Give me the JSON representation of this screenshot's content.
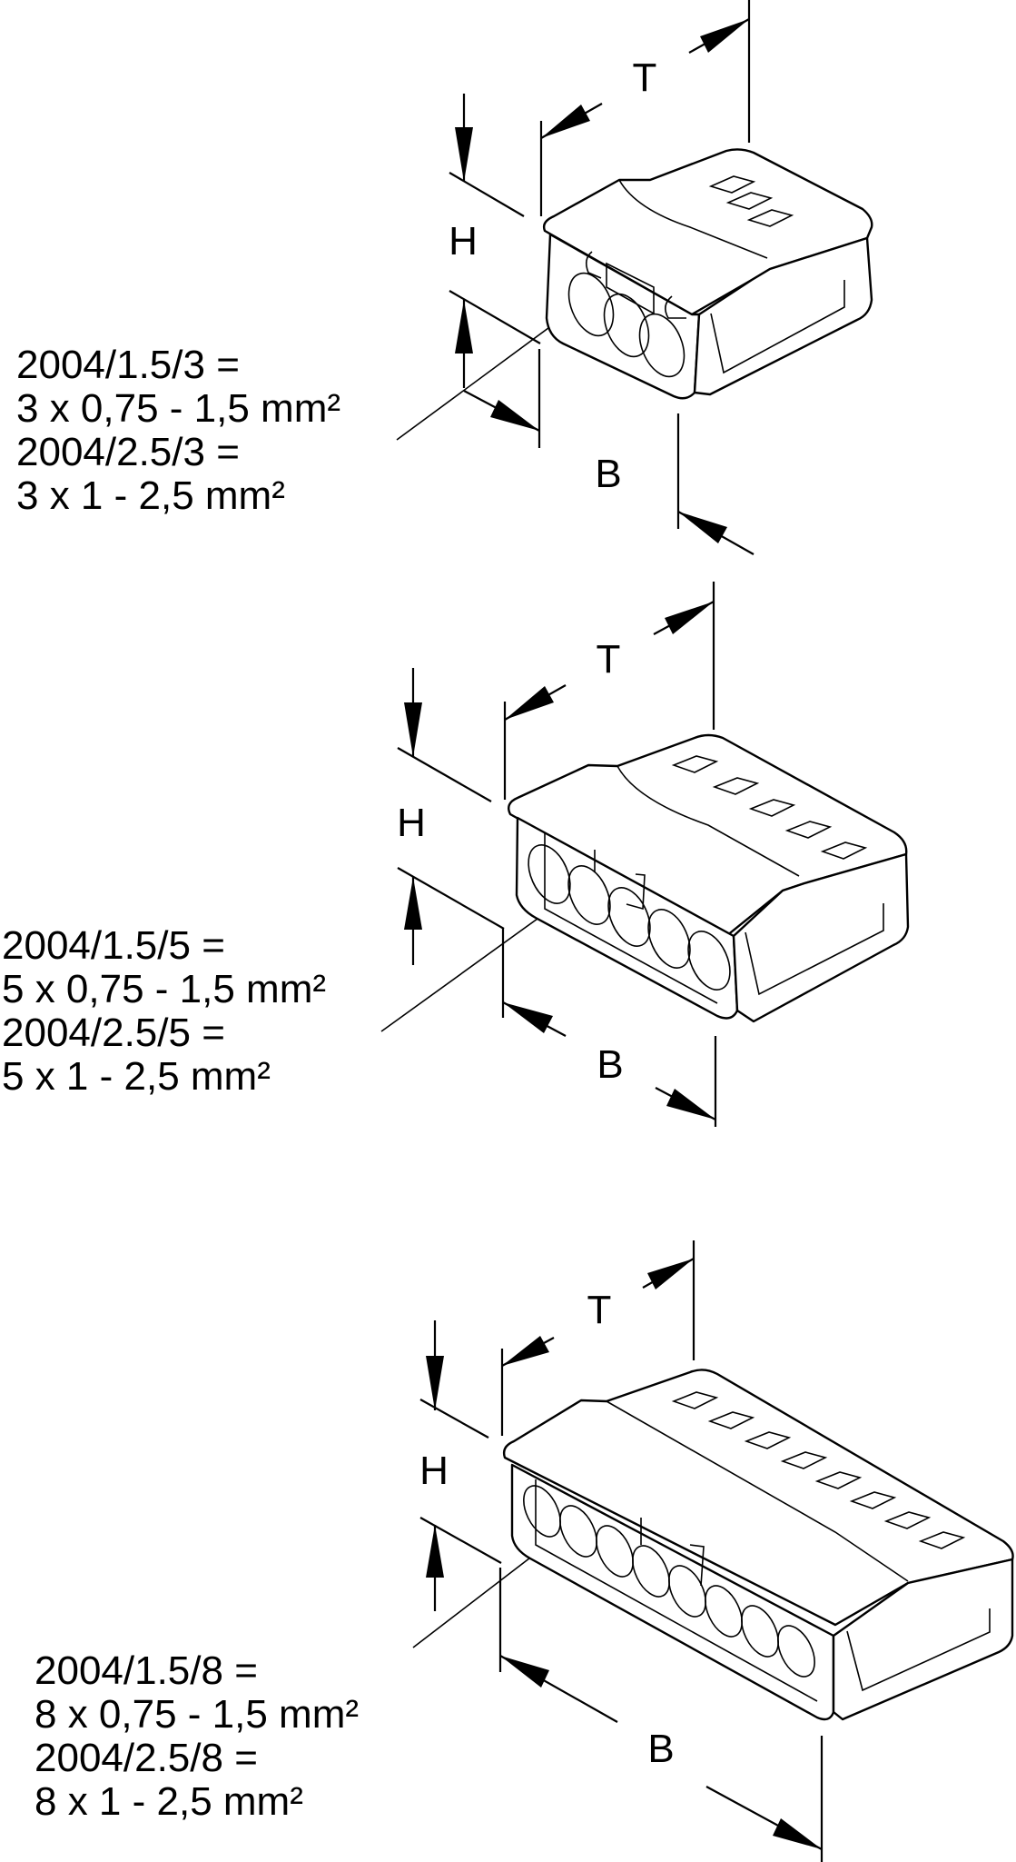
{
  "figure": {
    "background": "#ffffff",
    "line_color": "#000000",
    "connectors": [
      {
        "poles": 3,
        "spec_lines": [
          "2004/1.5/3 =",
          "3 x 0,75 - 1,5 mm²",
          "2004/2.5/3 =",
          "3 x 1 - 2,5 mm²"
        ],
        "dim_labels": {
          "t": "T",
          "h": "H",
          "b": "B"
        }
      },
      {
        "poles": 5,
        "spec_lines": [
          "2004/1.5/5 =",
          "5 x 0,75 - 1,5 mm²",
          "2004/2.5/5 =",
          "5 x 1 - 2,5 mm²"
        ],
        "dim_labels": {
          "t": "T",
          "h": "H",
          "b": "B"
        }
      },
      {
        "poles": 8,
        "spec_lines": [
          "2004/1.5/8 =",
          "8 x 0,75 - 1,5 mm²",
          "2004/2.5/8 =",
          "8 x 1 - 2,5 mm²"
        ],
        "dim_labels": {
          "t": "T",
          "h": "H",
          "b": "B"
        }
      }
    ]
  }
}
